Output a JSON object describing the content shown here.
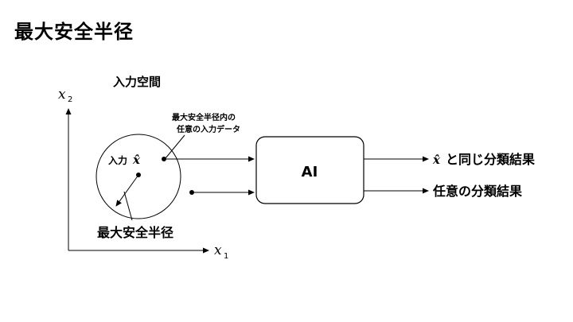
{
  "slide": {
    "title": "最大安全半径"
  },
  "diagram": {
    "space_label": "入力空間",
    "axis_x_label": "x",
    "axis_x_sub": "1",
    "axis_y_label": "x",
    "axis_y_sub": "2",
    "input_label": "入力",
    "input_symbol": "x̂",
    "radius_label": "最大安全半径",
    "annotation_line1": "最大安全半径内の",
    "annotation_line2": "任意の入力データ",
    "ai_box_label": "AI",
    "output_same_symbol": "x̂",
    "output_same_text": "と同じ分類結果",
    "output_any_text": "任意の分類結果"
  }
}
